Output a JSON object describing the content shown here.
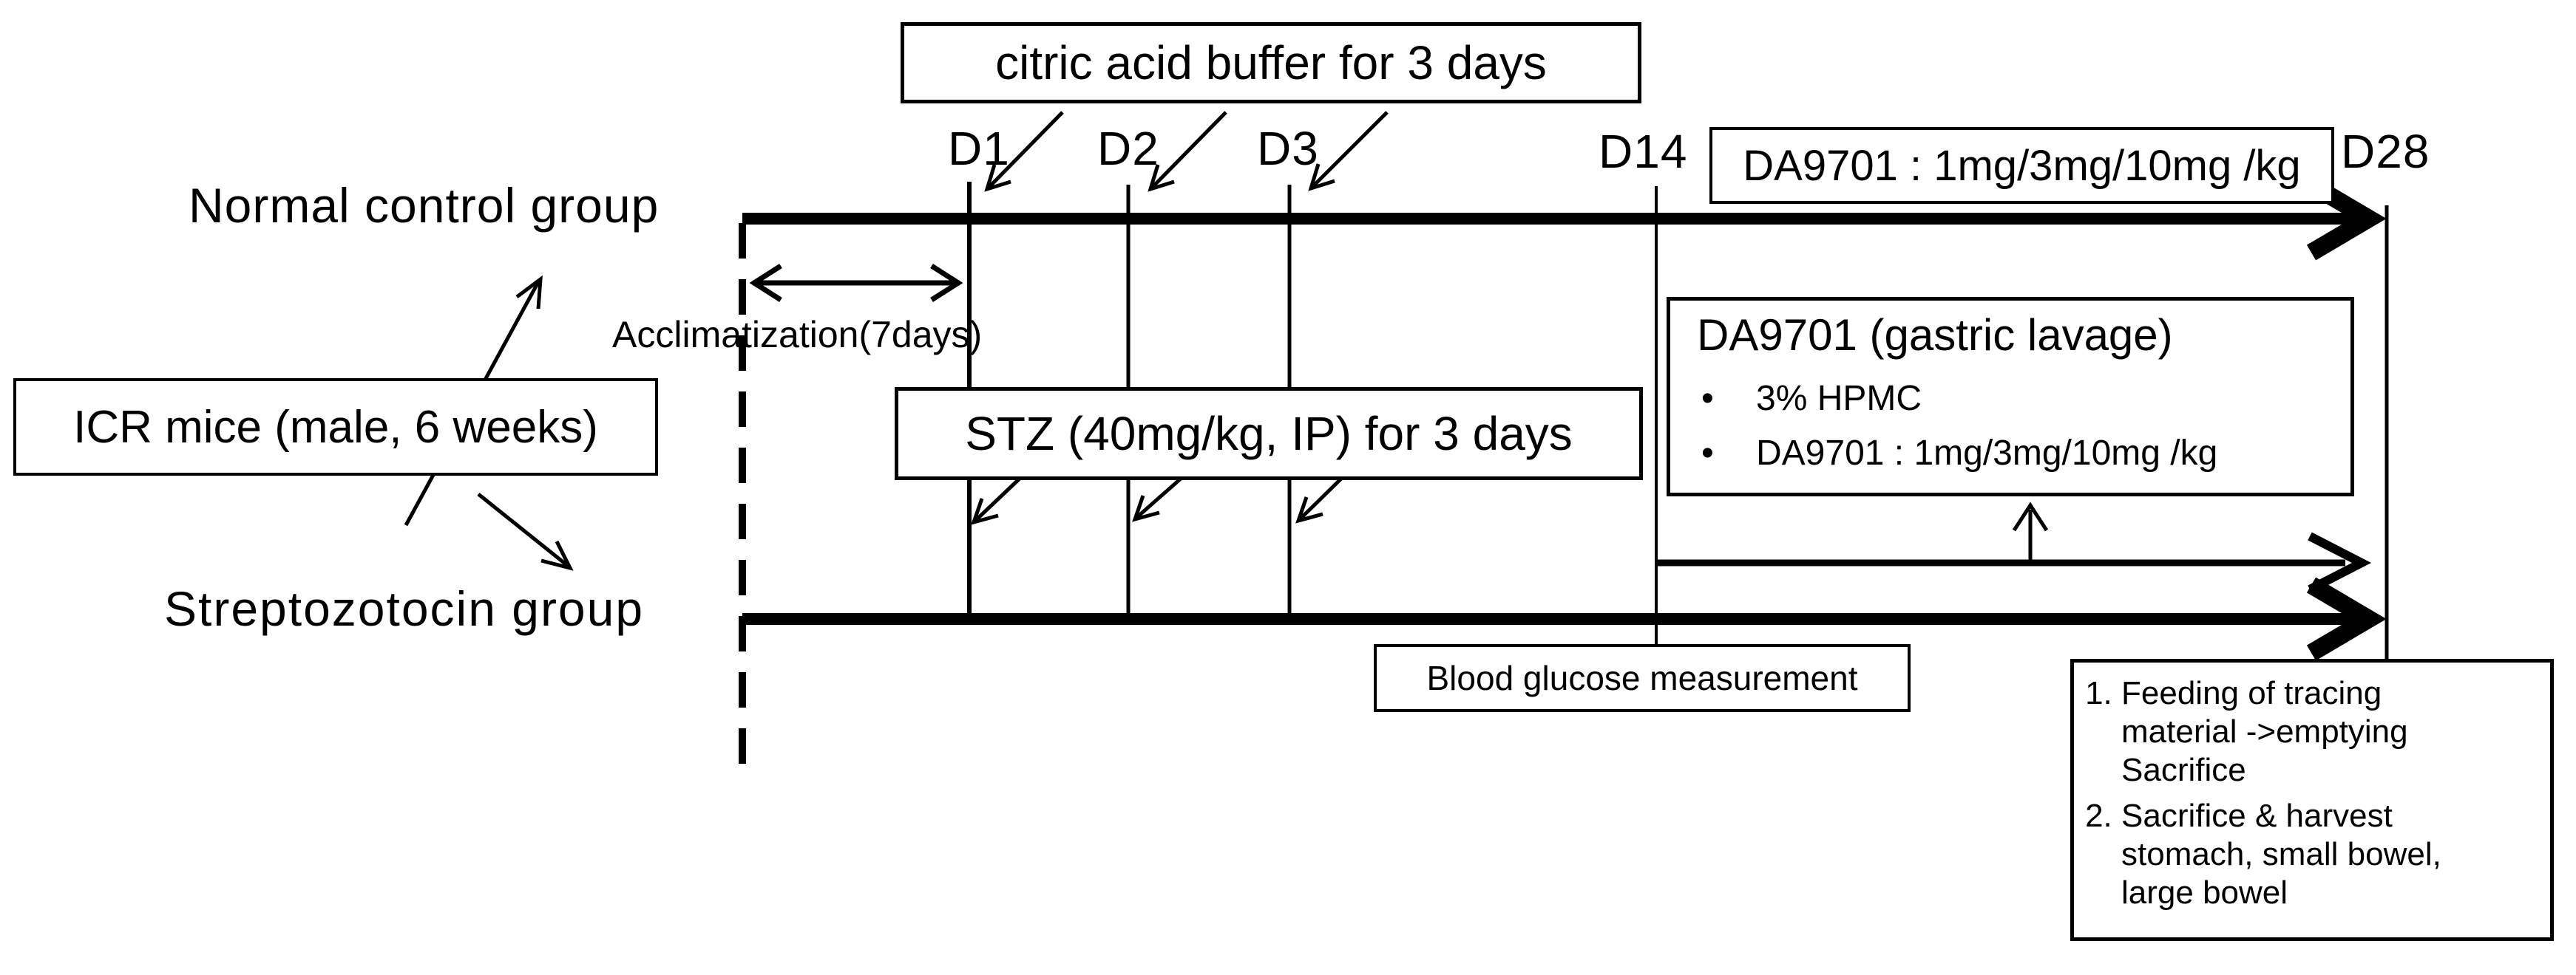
{
  "colors": {
    "background": "#ffffff",
    "ink": "#000000"
  },
  "groups": {
    "normal": "Normal control group",
    "stz": "Streptozotocin group"
  },
  "subject": {
    "label": "ICR mice (male, 6 weeks)"
  },
  "timeline": {
    "days": [
      "D1",
      "D2",
      "D3",
      "D14",
      "D28"
    ]
  },
  "annotations": {
    "citric": "citric acid buffer for 3 days",
    "acclimatization": "Acclimatization(7days)",
    "stz_injection": "STZ (40mg/kg, IP) for 3 days",
    "da9701_dose": "DA9701 : 1mg/3mg/10mg /kg",
    "gastric": {
      "title": "DA9701 (gastric lavage)",
      "bullets": [
        "3% HPMC",
        "DA9701 : 1mg/3mg/10mg /kg"
      ]
    },
    "blood_glucose": "Blood glucose measurement",
    "endpoints": [
      "Feeding of tracing material ->emptying Sacrifice",
      "Sacrifice & harvest stomach, small bowel, large bowel"
    ]
  }
}
